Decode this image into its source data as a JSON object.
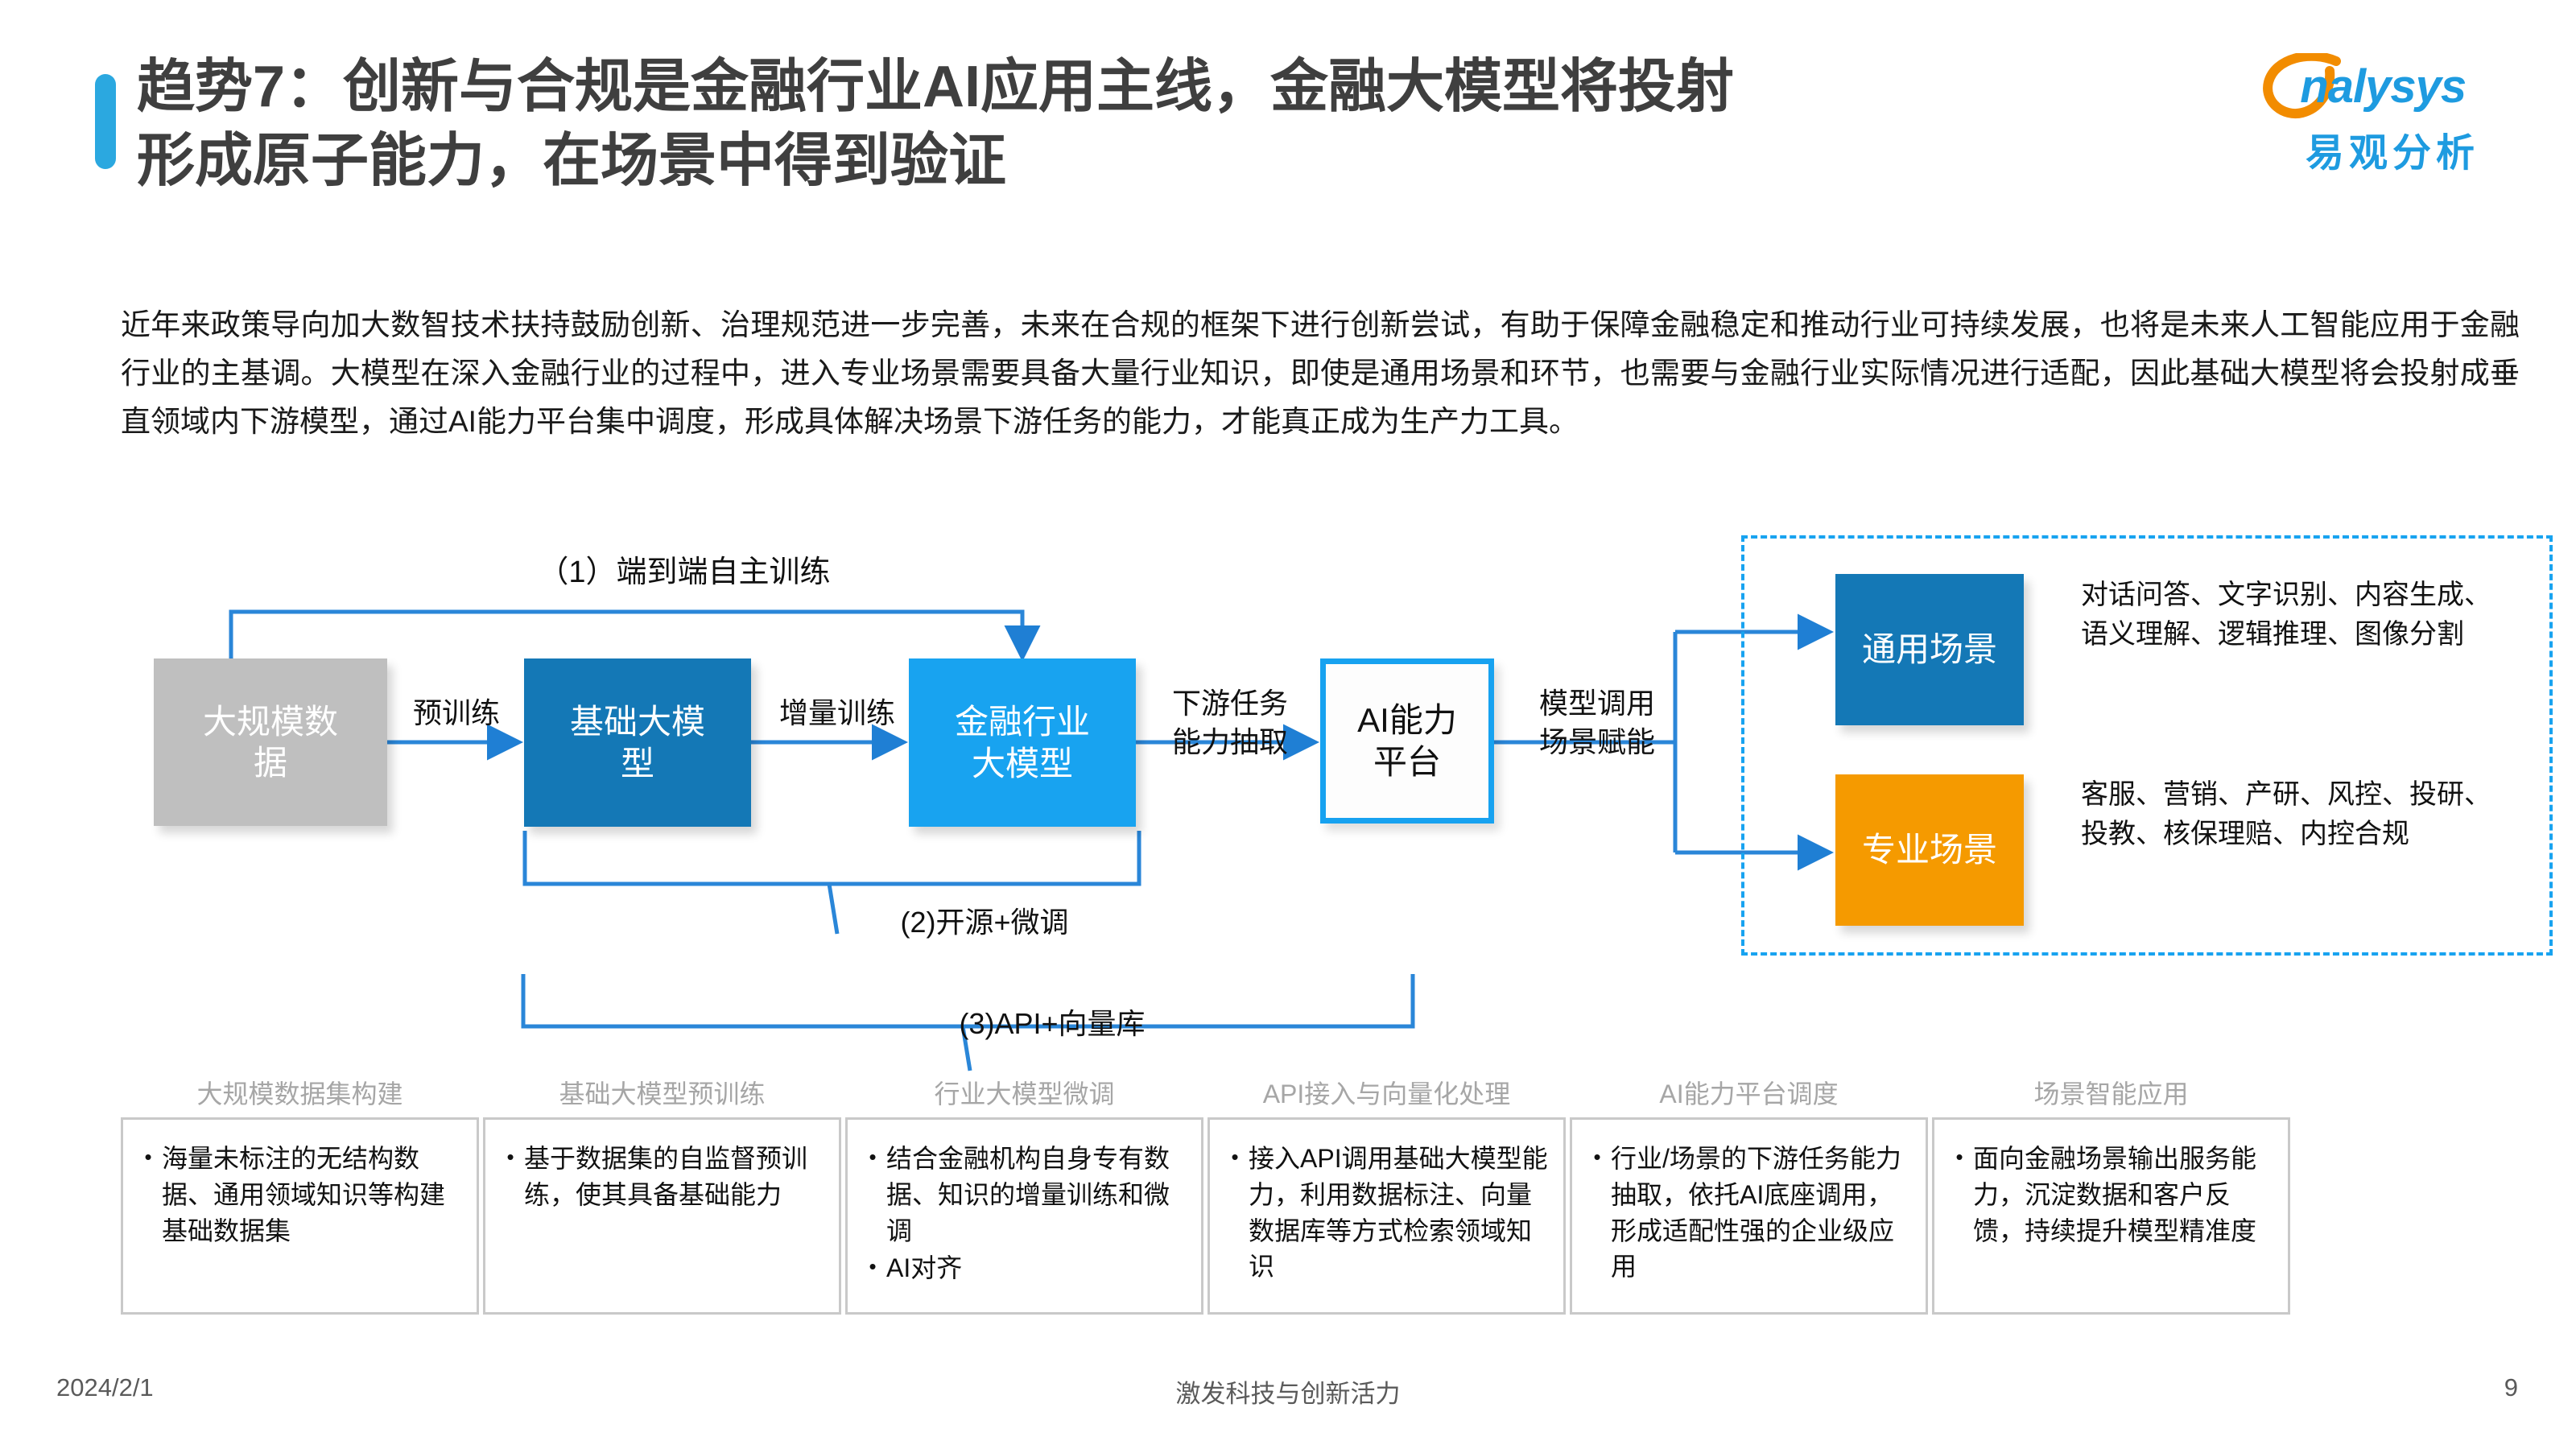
{
  "header": {
    "title_line1": "趋势7：创新与合规是金融行业AI应用主线，金融大模型将投射",
    "title_line2": "形成原子能力，在场景中得到验证",
    "accent_color": "#2BA8E0"
  },
  "logo": {
    "wordmark": "analysys",
    "chinese": "易观分析",
    "mark_color": "#F28C00",
    "text_color": "#1E9BE0"
  },
  "paragraph": "近年来政策导向加大数智技术扶持鼓励创新、治理规范进一步完善，未来在合规的框架下进行创新尝试，有助于保障金融稳定和推动行业可持续发展，也将是未来人工智能应用于金融行业的主基调。大模型在深入金融行业的过程中，进入专业场景需要具备大量行业知识，即使是通用场景和环节，也需要与金融行业实际情况进行适配，因此基础大模型将会投射成垂直领域内下游模型，通过AI能力平台集中调度，形成具体解决场景下游任务的能力，才能真正成为生产力工具。",
  "diagram": {
    "nodes": {
      "data": {
        "label": "大规模数\n据",
        "color": "#BFBFBF"
      },
      "base_model": {
        "label": "基础大模\n型",
        "color": "#1478B6"
      },
      "finance_model": {
        "label": "金融行业\n大模型",
        "color": "#18A3F0"
      },
      "ai_platform": {
        "label": "AI能力\n平台",
        "color": "#FFFFFF",
        "border_color": "#17A2F0"
      },
      "general_scene": {
        "label": "通用场景",
        "color": "#1478B6"
      },
      "special_scene": {
        "label": "专业场景",
        "color": "#F59A00"
      }
    },
    "descriptions": {
      "general": "对话问答、文字识别、内容生成、语义理解、逻辑推理、图像分割",
      "special": "客服、营销、产研、风控、投研、投教、核保理赔、内控合规"
    },
    "edge_labels": {
      "pretrain": "预训练",
      "incremental": "增量训练",
      "downstream": "下游任务\n能力抽取",
      "model_call": "模型调用\n场景赋能",
      "end_to_end": "（1）端到端自主训练",
      "open_finetune": "(2)开源+微调",
      "api_vector": "(3)API+向量库"
    }
  },
  "cards": [
    {
      "header": "大规模数据集构建",
      "bullets": [
        "海量未标注的无结构数据、通用领域知识等构建基础数据集"
      ]
    },
    {
      "header": "基础大模型预训练",
      "bullets": [
        "基于数据集的自监督预训练，使其具备基础能力"
      ]
    },
    {
      "header": "行业大模型微调",
      "bullets": [
        "结合金融机构自身专有数据、知识的增量训练和微调",
        "AI对齐"
      ]
    },
    {
      "header": "API接入与向量化处理",
      "bullets": [
        "接入API调用基础大模型能力，利用数据标注、向量数据库等方式检索领域知识"
      ]
    },
    {
      "header": "AI能力平台调度",
      "bullets": [
        "行业/场景的下游任务能力抽取，依托AI底座调用，形成适配性强的企业级应用"
      ]
    },
    {
      "header": "场景智能应用",
      "bullets": [
        "面向金融场景输出服务能力，沉淀数据和客户反馈，持续提升模型精准度"
      ]
    }
  ],
  "footer": {
    "date": "2024/2/1",
    "center": "激发科技与创新活力",
    "page": "9"
  }
}
